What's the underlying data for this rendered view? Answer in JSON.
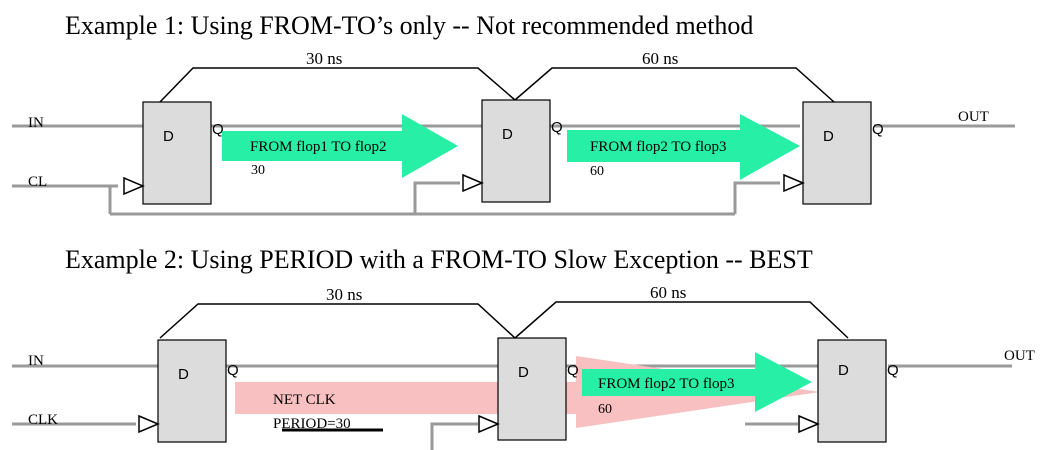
{
  "example1": {
    "title": "Example 1: Using FROM-TO’s only -- Not recommended method",
    "timing_left": "30 ns",
    "timing_right": "60 ns",
    "in_label": "IN",
    "clock_label": "CL",
    "out_label": "OUT",
    "arrow1_label": "FROM flop1 TO flop2",
    "arrow1_value": "30",
    "arrow2_label": "FROM flop2 TO flop3",
    "arrow2_value": "60",
    "flop_d": "D",
    "flop_q": "Q"
  },
  "example2": {
    "title": "Example 2: Using PERIOD with a FROM-TO Slow Exception -- BEST",
    "timing_left": "30 ns",
    "timing_right": "60 ns",
    "in_label": "IN",
    "clock_label": "CLK",
    "out_label": "OUT",
    "period_line1": "NET CLK",
    "period_line2": "PERIOD=30",
    "arrow_label": "FROM flop2 TO flop3",
    "arrow_value": "60",
    "flop_d": "D",
    "flop_q": "Q"
  },
  "colors": {
    "wire": "#9a9a9a",
    "flop_fill": "#dcdcdc",
    "from_to_arrow": "#27f0a6",
    "period_arrow": "#f8c0c0"
  }
}
